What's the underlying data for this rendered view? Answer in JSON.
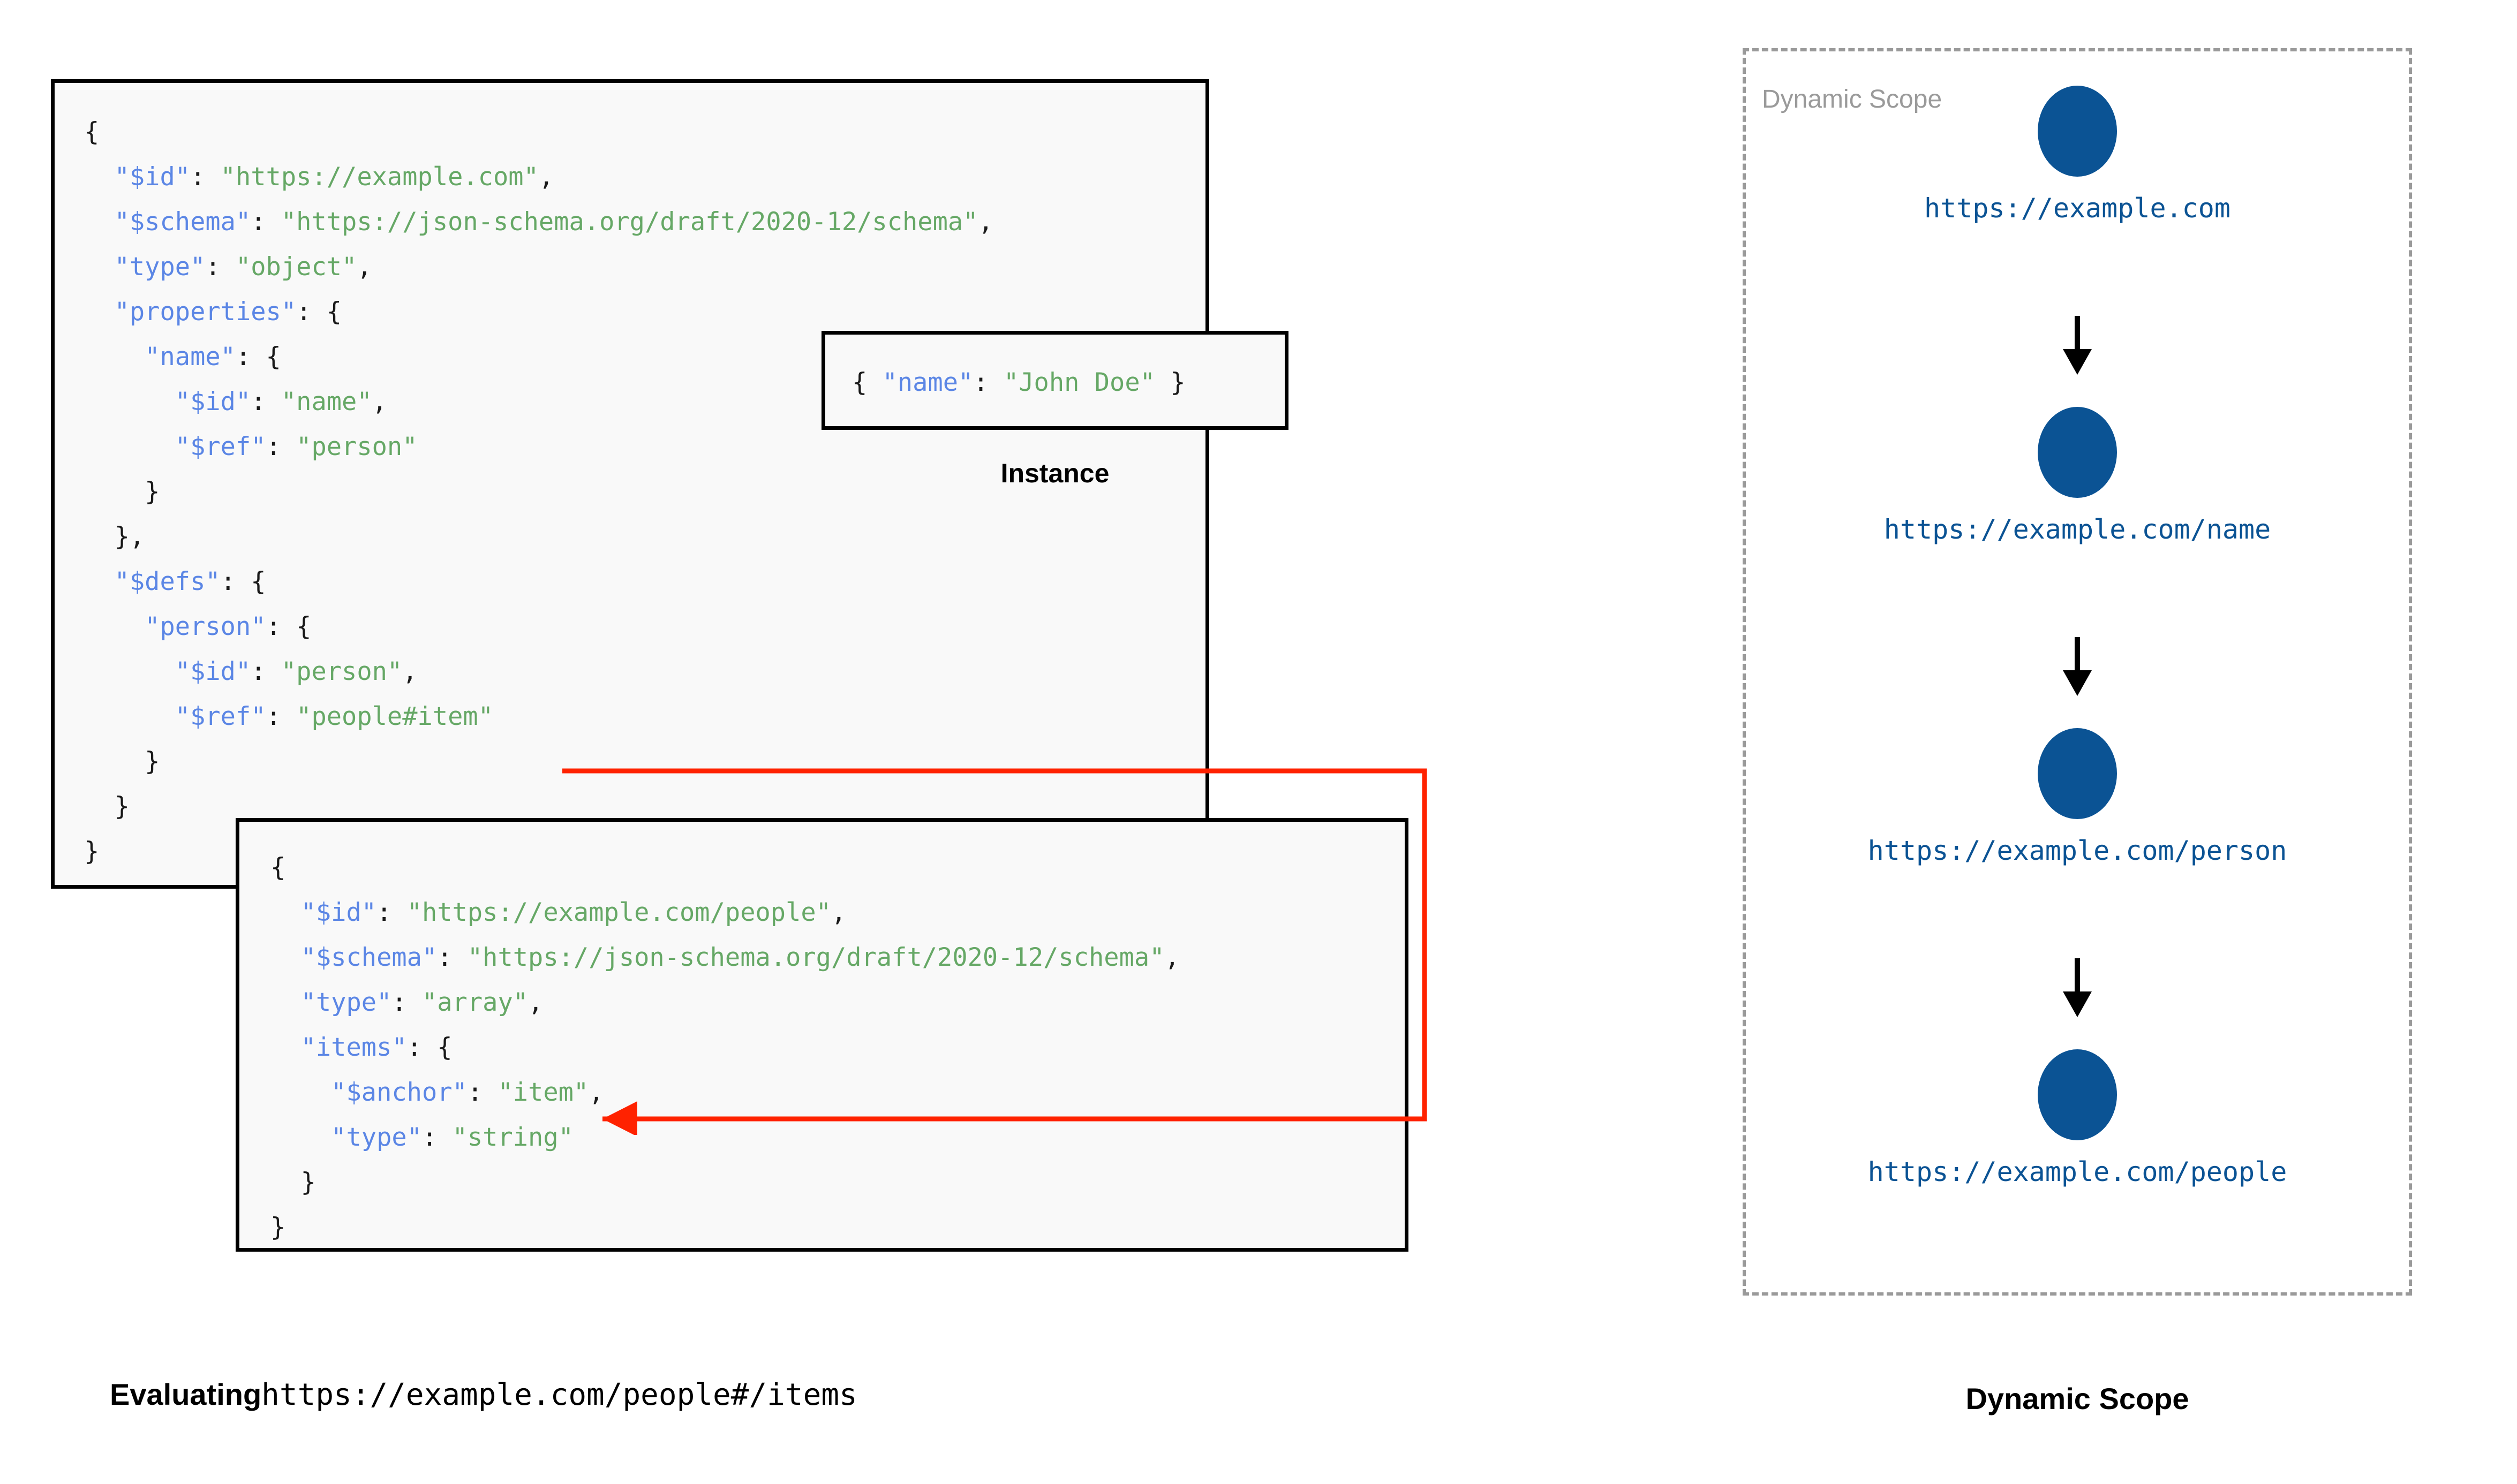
{
  "main_schema": {
    "lines": [
      [
        {
          "t": "{",
          "c": "p"
        }
      ],
      [
        {
          "t": "  ",
          "c": "p"
        },
        {
          "t": "\"$id\"",
          "c": "k"
        },
        {
          "t": ": ",
          "c": "p"
        },
        {
          "t": "\"https://example.com\"",
          "c": "v"
        },
        {
          "t": ",",
          "c": "p"
        }
      ],
      [
        {
          "t": "  ",
          "c": "p"
        },
        {
          "t": "\"$schema\"",
          "c": "k"
        },
        {
          "t": ": ",
          "c": "p"
        },
        {
          "t": "\"https://json-schema.org/draft/2020-12/schema\"",
          "c": "v"
        },
        {
          "t": ",",
          "c": "p"
        }
      ],
      [
        {
          "t": "  ",
          "c": "p"
        },
        {
          "t": "\"type\"",
          "c": "k"
        },
        {
          "t": ": ",
          "c": "p"
        },
        {
          "t": "\"object\"",
          "c": "v"
        },
        {
          "t": ",",
          "c": "p"
        }
      ],
      [
        {
          "t": "  ",
          "c": "p"
        },
        {
          "t": "\"properties\"",
          "c": "k"
        },
        {
          "t": ": {",
          "c": "p"
        }
      ],
      [
        {
          "t": "    ",
          "c": "p"
        },
        {
          "t": "\"name\"",
          "c": "k"
        },
        {
          "t": ": {",
          "c": "p"
        }
      ],
      [
        {
          "t": "      ",
          "c": "p"
        },
        {
          "t": "\"$id\"",
          "c": "k"
        },
        {
          "t": ": ",
          "c": "p"
        },
        {
          "t": "\"name\"",
          "c": "v"
        },
        {
          "t": ",",
          "c": "p"
        }
      ],
      [
        {
          "t": "      ",
          "c": "p"
        },
        {
          "t": "\"$ref\"",
          "c": "k"
        },
        {
          "t": ": ",
          "c": "p"
        },
        {
          "t": "\"person\"",
          "c": "v"
        }
      ],
      [
        {
          "t": "    }",
          "c": "p"
        }
      ],
      [
        {
          "t": "  },",
          "c": "p"
        }
      ],
      [
        {
          "t": "  ",
          "c": "p"
        },
        {
          "t": "\"$defs\"",
          "c": "k"
        },
        {
          "t": ": {",
          "c": "p"
        }
      ],
      [
        {
          "t": "    ",
          "c": "p"
        },
        {
          "t": "\"person\"",
          "c": "k"
        },
        {
          "t": ": {",
          "c": "p"
        }
      ],
      [
        {
          "t": "      ",
          "c": "p"
        },
        {
          "t": "\"$id\"",
          "c": "k"
        },
        {
          "t": ": ",
          "c": "p"
        },
        {
          "t": "\"person\"",
          "c": "v"
        },
        {
          "t": ",",
          "c": "p"
        }
      ],
      [
        {
          "t": "      ",
          "c": "p"
        },
        {
          "t": "\"$ref\"",
          "c": "k"
        },
        {
          "t": ": ",
          "c": "p"
        },
        {
          "t": "\"people#item\"",
          "c": "v"
        }
      ],
      [
        {
          "t": "    }",
          "c": "p"
        }
      ],
      [
        {
          "t": "  }",
          "c": "p"
        }
      ],
      [
        {
          "t": "}",
          "c": "p"
        }
      ]
    ]
  },
  "instance": {
    "caption": "Instance",
    "lines": [
      [
        {
          "t": "{ ",
          "c": "p"
        },
        {
          "t": "\"name\"",
          "c": "k"
        },
        {
          "t": ": ",
          "c": "p"
        },
        {
          "t": "\"John Doe\"",
          "c": "v"
        },
        {
          "t": " }",
          "c": "p"
        }
      ]
    ]
  },
  "people_schema": {
    "lines": [
      [
        {
          "t": "{",
          "c": "p"
        }
      ],
      [
        {
          "t": "  ",
          "c": "p"
        },
        {
          "t": "\"$id\"",
          "c": "k"
        },
        {
          "t": ": ",
          "c": "p"
        },
        {
          "t": "\"https://example.com/people\"",
          "c": "v"
        },
        {
          "t": ",",
          "c": "p"
        }
      ],
      [
        {
          "t": "  ",
          "c": "p"
        },
        {
          "t": "\"$schema\"",
          "c": "k"
        },
        {
          "t": ": ",
          "c": "p"
        },
        {
          "t": "\"https://json-schema.org/draft/2020-12/schema\"",
          "c": "v"
        },
        {
          "t": ",",
          "c": "p"
        }
      ],
      [
        {
          "t": "  ",
          "c": "p"
        },
        {
          "t": "\"type\"",
          "c": "k"
        },
        {
          "t": ": ",
          "c": "p"
        },
        {
          "t": "\"array\"",
          "c": "v"
        },
        {
          "t": ",",
          "c": "p"
        }
      ],
      [
        {
          "t": "  ",
          "c": "p"
        },
        {
          "t": "\"items\"",
          "c": "k"
        },
        {
          "t": ": {",
          "c": "p"
        }
      ],
      [
        {
          "t": "    ",
          "c": "p"
        },
        {
          "t": "\"$anchor\"",
          "c": "k"
        },
        {
          "t": ": ",
          "c": "p"
        },
        {
          "t": "\"item\"",
          "c": "v"
        },
        {
          "t": ",",
          "c": "p"
        }
      ],
      [
        {
          "t": "    ",
          "c": "p"
        },
        {
          "t": "\"type\"",
          "c": "k"
        },
        {
          "t": ": ",
          "c": "p"
        },
        {
          "t": "\"string\"",
          "c": "v"
        }
      ],
      [
        {
          "t": "  }",
          "c": "p"
        }
      ],
      [
        {
          "t": "}",
          "c": "p"
        }
      ]
    ]
  },
  "ref_arrow": {
    "color": "#ff2200",
    "from_label": "\"people#item\"",
    "to_label": "\"$anchor\": \"item\""
  },
  "evaluating_caption": {
    "bold_text": "Evaluating",
    "mono_text": "https://example.com/people#/items"
  },
  "dynamic_scope": {
    "inline_label": "Dynamic Scope",
    "caption": "Dynamic Scope",
    "node_color": "#0b5394",
    "border_color": "#9a9a9a",
    "nodes": [
      {
        "label": "https://example.com"
      },
      {
        "label": "https://example.com/name"
      },
      {
        "label": "https://example.com/person"
      },
      {
        "label": "https://example.com/people"
      }
    ]
  }
}
